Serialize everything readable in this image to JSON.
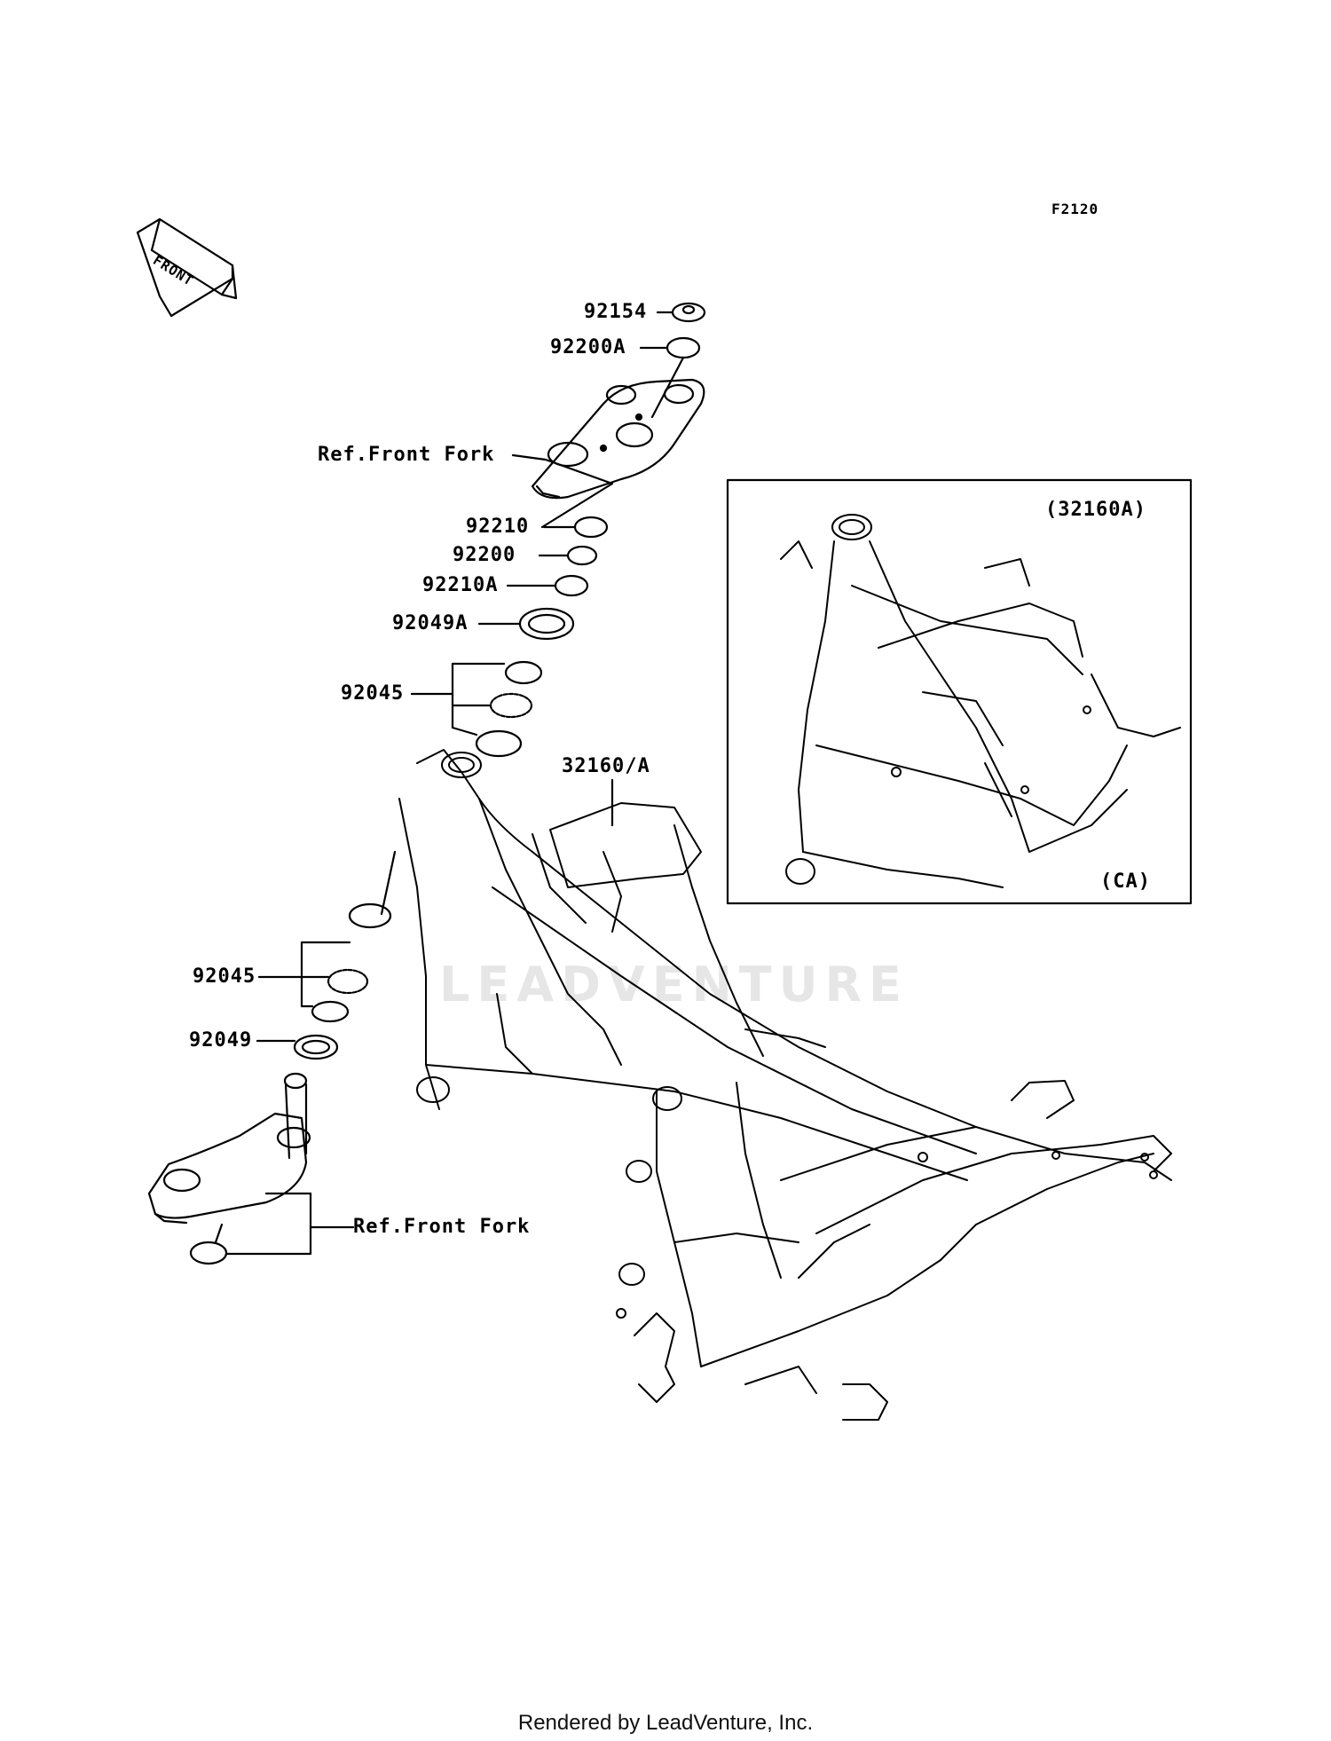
{
  "diagram": {
    "code": "F2120",
    "front_marker": "FRONT",
    "inset": {
      "top_label": "(32160A)",
      "bottom_label": "(CA)"
    },
    "callouts": {
      "p92154": "92154",
      "p92200A": "92200A",
      "ref_front_fork_top": "Ref.Front Fork",
      "p92210": "92210",
      "p92200": "92200",
      "p92210A": "92210A",
      "p92049A": "92049A",
      "p92045_upper": "92045",
      "p32160A": "32160/A",
      "p92045_lower": "92045",
      "p92049": "92049",
      "ref_front_fork_bottom": "Ref.Front Fork"
    },
    "watermark": "LEADVENTURE"
  },
  "footer": {
    "text": "Rendered by LeadVenture, Inc."
  }
}
